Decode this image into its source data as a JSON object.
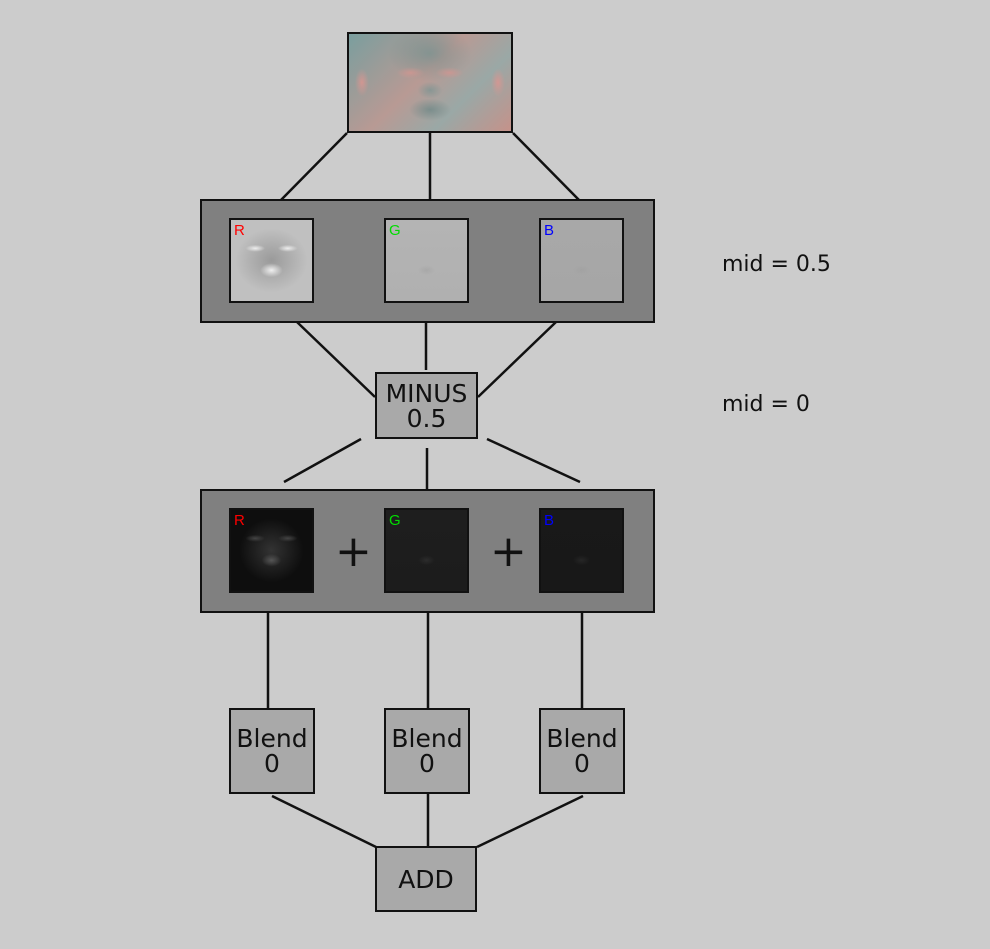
{
  "diagram": {
    "source_image": {
      "icon": "face-color-image-icon",
      "description": "color face image"
    },
    "stage1": {
      "channels": [
        {
          "label": "R",
          "color": "#ff0000",
          "tone": "light"
        },
        {
          "label": "G",
          "color": "#00dd00",
          "tone": "light"
        },
        {
          "label": "B",
          "color": "#0000ff",
          "tone": "light"
        }
      ],
      "note": "mid = 0.5"
    },
    "minus_node": {
      "line1": "MINUS",
      "line2": "0.5"
    },
    "minus_note": "mid = 0",
    "stage2": {
      "channels": [
        {
          "label": "R",
          "color": "#ff0000",
          "tone": "dark"
        },
        {
          "label": "G",
          "color": "#00dd00",
          "tone": "dark"
        },
        {
          "label": "B",
          "color": "#0000ff",
          "tone": "dark"
        }
      ],
      "operators": [
        "+",
        "+"
      ]
    },
    "blend_nodes": [
      {
        "line1": "Blend",
        "line2": "0"
      },
      {
        "line1": "Blend",
        "line2": "0"
      },
      {
        "line1": "Blend",
        "line2": "0"
      }
    ],
    "add_node": {
      "label": "ADD"
    },
    "colors": {
      "background": "#cccccc",
      "panel": "#808080",
      "node": "#a9a9a9",
      "line": "#111111"
    }
  }
}
